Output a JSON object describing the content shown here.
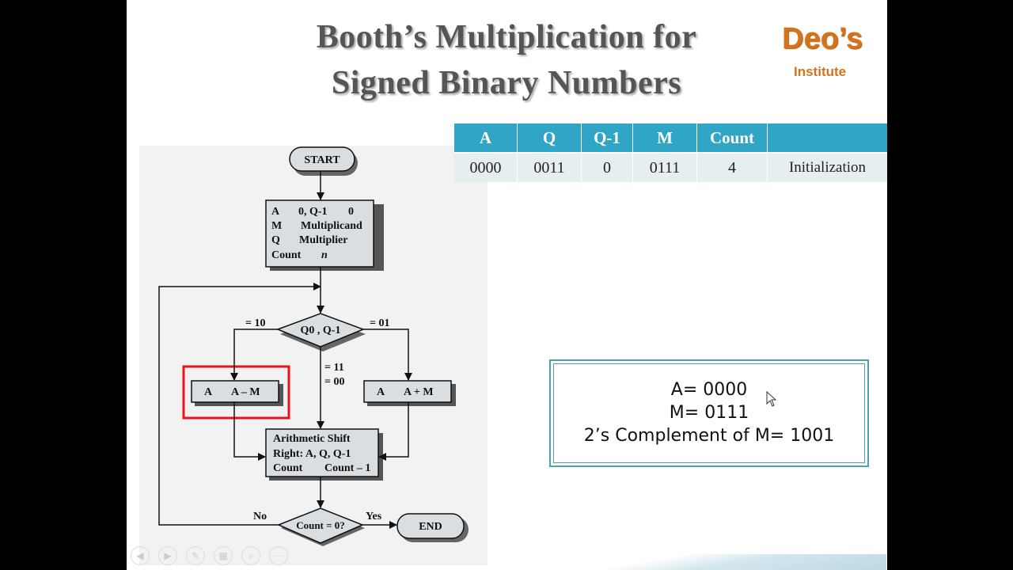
{
  "slide": {
    "title_line1": "Booth’s Multiplication for",
    "title_line2": "Signed Binary Numbers",
    "logo_name": "Deo’s",
    "logo_sub": "Institute"
  },
  "flowchart": {
    "start": "START",
    "init": [
      "A",
      "0, Q-1",
      "0",
      "M",
      "Multiplicand",
      "Q",
      "Multiplier",
      "Count",
      "n"
    ],
    "decision": "Q0 , Q-1",
    "branch_10": "= 10",
    "branch_01": "= 01",
    "branch_11": "= 11",
    "branch_00": "= 00",
    "sub_left": "A",
    "sub_right": "A – M",
    "add_left": "A",
    "add_right": "A + M",
    "shift_line1": "Arithmetic Shift",
    "shift_line2": "Right: A, Q, Q-1",
    "shift_line3_left": "Count",
    "shift_line3_right": "Count – 1",
    "count_check": "Count = 0?",
    "no": "No",
    "yes": "Yes",
    "end": "END"
  },
  "trace_table": {
    "headers": [
      "A",
      "Q",
      "Q-1",
      "M",
      "Count",
      ""
    ],
    "rows": [
      [
        "0000",
        "0011",
        "0",
        "0111",
        "4",
        "Initialization"
      ]
    ]
  },
  "info_box": {
    "line1": "A= 0000",
    "line2": "M= 0111",
    "line3": "2’s Complement of M= 1001"
  },
  "toolbar": {
    "icons": [
      "prev-icon",
      "next-icon",
      "pen-icon",
      "menu-icon",
      "zoom-icon",
      "more-icon"
    ]
  }
}
